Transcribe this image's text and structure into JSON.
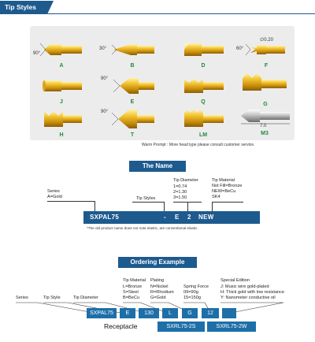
{
  "header": {
    "title": "Tip Styles"
  },
  "tips": [
    {
      "label": "A",
      "dim": "90°"
    },
    {
      "label": "B",
      "dim": "30°"
    },
    {
      "label": "D",
      "dim": ""
    },
    {
      "label": "F",
      "dim": "60°",
      "dim2": "∅0.20"
    },
    {
      "label": "J",
      "dim": ""
    },
    {
      "label": "E",
      "dim": "90°"
    },
    {
      "label": "Q",
      "dim": ""
    },
    {
      "label": "G",
      "dim": ""
    },
    {
      "label": "H",
      "dim": ""
    },
    {
      "label": "T",
      "dim": "90°"
    },
    {
      "label": "LM",
      "dim": ""
    },
    {
      "label": "M3",
      "dim": "7.0"
    }
  ],
  "warm_prompt": "Warm Prompt : More head type please consult customer service.",
  "name_section": {
    "title": "The Name",
    "series_label": "Series",
    "series_value": "A=Gold",
    "tip_styles_label": "Tip Styles",
    "tip_diameter_label": "Tip Diameter",
    "tip_diameter_values": [
      "1=0.74",
      "2=1.30",
      "3=1.50"
    ],
    "tip_material_label": "Tip Material",
    "tip_material_values": [
      "Not Fill=Bronze",
      "NEW=BeCu",
      "SK4"
    ],
    "model_parts": [
      "SXPAL75",
      "-",
      "E",
      "2",
      "NEW"
    ],
    "old_note": "*The old product name does not note elastic, are conventional elastic."
  },
  "ordering_section": {
    "title": "Ordering Example",
    "labels": {
      "series": "Series",
      "tip_style": "Tip Style",
      "tip_diameter": "Tip Diameter",
      "tip_material": "Tip Material",
      "plating": "Plating",
      "spring_force": "Spring Force",
      "special_edition": "Special Edition"
    },
    "tip_material_values": [
      "L=Bronze",
      "S=Steel",
      "B=BeCu"
    ],
    "plating_values": [
      "N=Nickel",
      "R=Rhodium",
      "G=Gold"
    ],
    "spring_force_values": [
      "09=90g",
      "15=150g"
    ],
    "special_edition_values": [
      "J: Music wire gold-plated",
      "H: Thick gold with low resistance",
      "Y: Nanometer conductive oil"
    ],
    "cells": [
      "SXPAL75",
      "E",
      "130",
      "L",
      "G",
      "12",
      ""
    ],
    "receptacle_label": "Receptacle",
    "receptacle_values": [
      "SXRL75-2S",
      "SXRL75-2W"
    ]
  }
}
